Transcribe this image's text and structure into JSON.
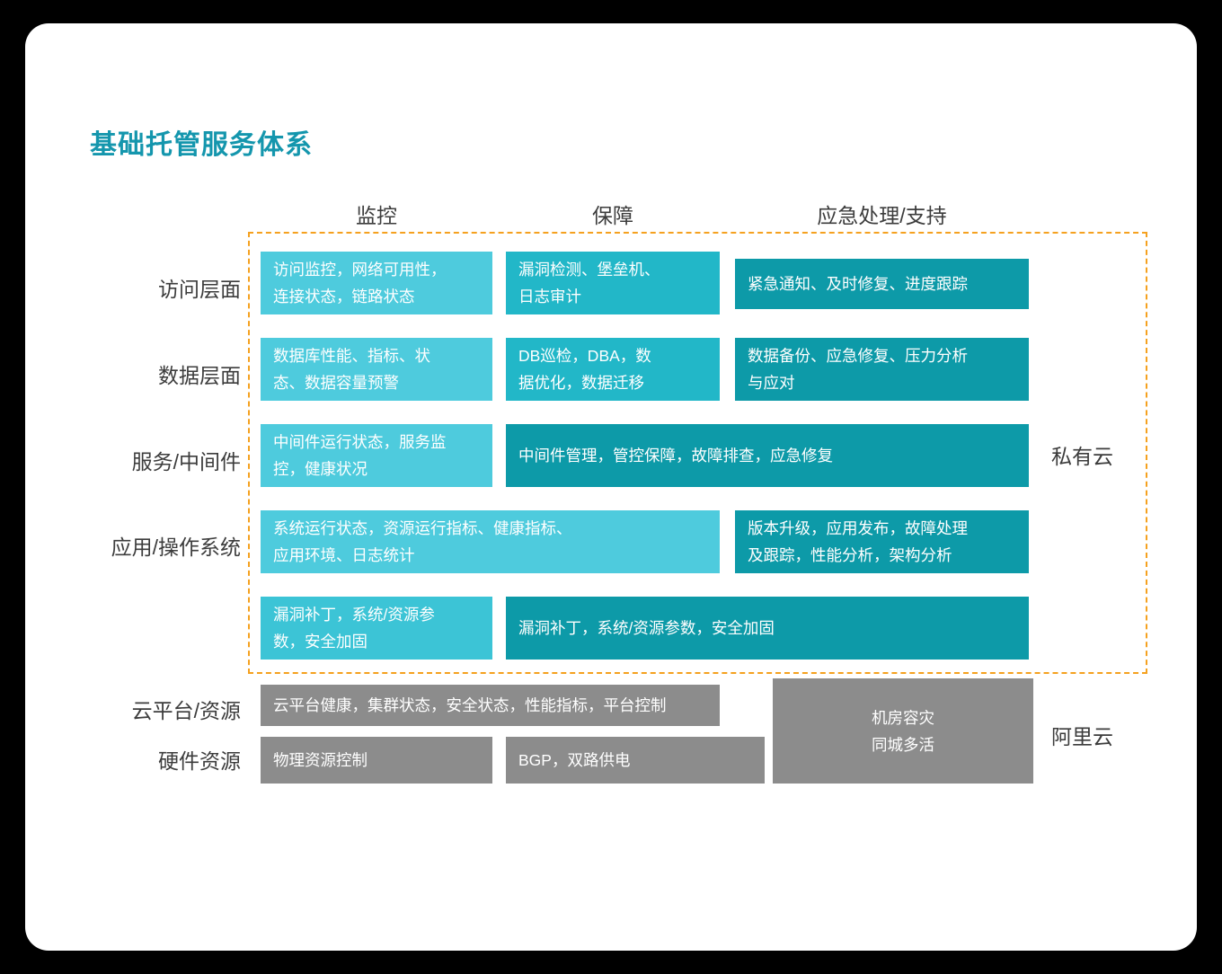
{
  "title": "基础托管服务体系",
  "colors": {
    "title": "#1496ad",
    "cyan_light": "#4ecbdd",
    "teal_mid": "#22b7c8",
    "teal_dark": "#0d9aa8",
    "gray": "#8c8c8c",
    "dashed_border": "#f5a11f",
    "card_background": "#ffffff",
    "page_background": "#000000"
  },
  "columns": [
    {
      "label": "监控"
    },
    {
      "label": "保障"
    },
    {
      "label": "应急处理/支持"
    }
  ],
  "rows": [
    {
      "label": "访问层面"
    },
    {
      "label": "数据层面"
    },
    {
      "label": "服务/中间件"
    },
    {
      "label": "应用/操作系统"
    },
    {
      "label": ""
    },
    {
      "label": "云平台/资源"
    },
    {
      "label": "硬件资源"
    }
  ],
  "cells": [
    {
      "id": "c-r1-monitor",
      "lines": [
        "访问监控，网络可用性，",
        "连接状态，链路状态"
      ]
    },
    {
      "id": "c-r1-assure",
      "lines": [
        "漏洞检测、堡垒机、",
        "日志审计"
      ]
    },
    {
      "id": "c-r1-emergency",
      "lines": [
        "紧急通知、及时修复、进度跟踪"
      ]
    },
    {
      "id": "c-r2-monitor",
      "lines": [
        "数据库性能、指标、状",
        "态、数据容量预警"
      ]
    },
    {
      "id": "c-r2-assure",
      "lines": [
        "DB巡检，DBA，数",
        "据优化，数据迁移"
      ]
    },
    {
      "id": "c-r2-emergency",
      "lines": [
        "数据备份、应急修复、压力分析",
        "与应对"
      ]
    },
    {
      "id": "c-r3-monitor",
      "lines": [
        "中间件运行状态，服务监",
        "控，健康状况"
      ]
    },
    {
      "id": "c-r3-span23",
      "lines": [
        "中间件管理，管控保障，故障排查，应急修复"
      ]
    },
    {
      "id": "c-r4-span12",
      "lines": [
        "系统运行状态，资源运行指标、健康指标、",
        "应用环境、日志统计"
      ]
    },
    {
      "id": "c-r4-emergency",
      "lines": [
        "版本升级，应用发布，故障处理",
        "及跟踪，性能分析，架构分析"
      ]
    },
    {
      "id": "c-r5-monitor",
      "lines": [
        "漏洞补丁，系统/资源参",
        "数，安全加固"
      ]
    },
    {
      "id": "c-r5-span23",
      "lines": [
        "漏洞补丁，系统/资源参数，安全加固"
      ]
    },
    {
      "id": "c-r6-span12",
      "lines": [
        "云平台健康，集群状态，安全状态，性能指标，平台控制"
      ]
    },
    {
      "id": "c-r67-emergency",
      "lines": [
        "机房容灾",
        "同城多活"
      ]
    },
    {
      "id": "c-r7-monitor",
      "lines": [
        "物理资源控制"
      ]
    },
    {
      "id": "c-r7-assure",
      "lines": [
        "BGP，双路供电"
      ]
    }
  ],
  "side_labels": [
    {
      "id": "side-private-cloud",
      "text": "私有云"
    },
    {
      "id": "side-alicloud",
      "text": "阿里云"
    }
  ]
}
